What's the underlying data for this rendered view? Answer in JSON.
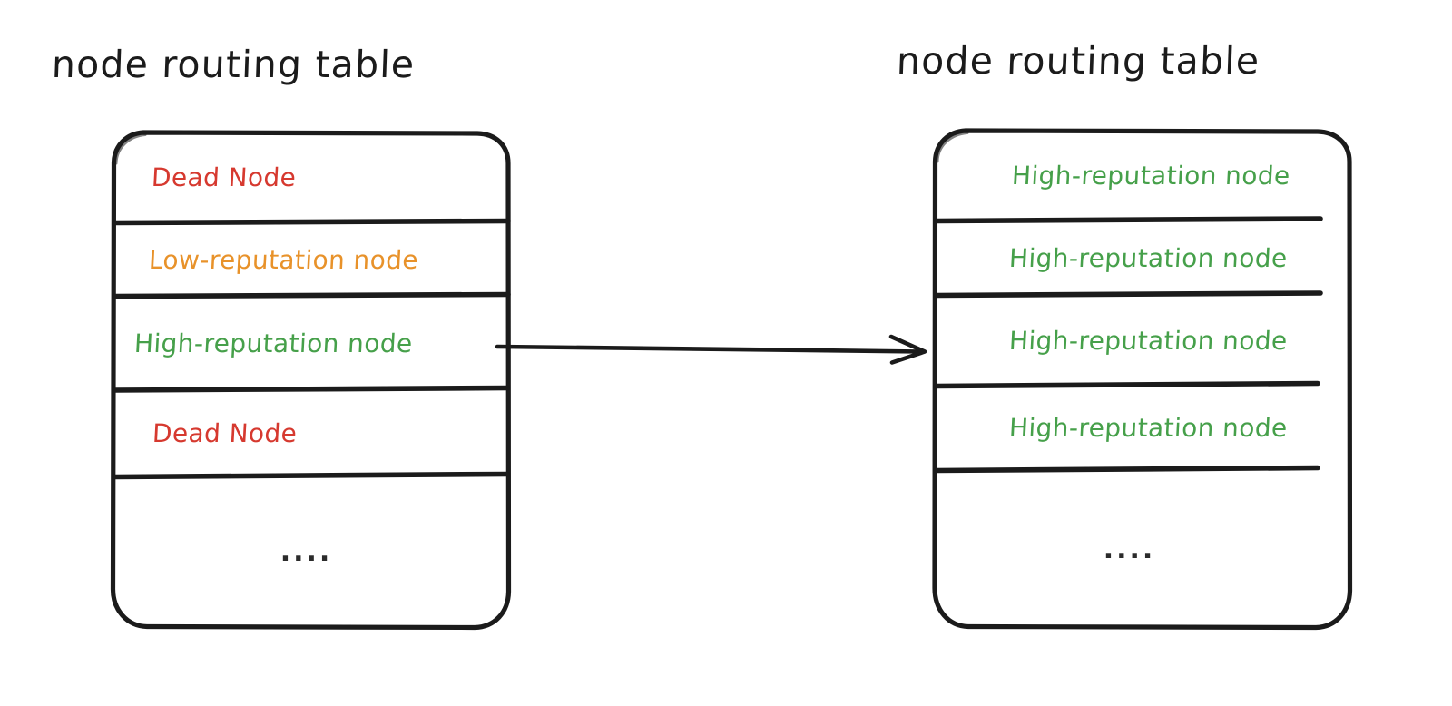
{
  "diagram": {
    "kind": "node-routing-table-comparison",
    "background_color": "#ffffff",
    "stroke_color": "#1b1b1b",
    "colors": {
      "dead": "#d6392f",
      "low": "#e8922a",
      "high": "#46a04a",
      "ink": "#1b1b1b"
    }
  },
  "left_table": {
    "title": "node routing table",
    "rows": [
      {
        "label": "Dead Node",
        "status": "dead"
      },
      {
        "label": "Low-reputation node",
        "status": "low"
      },
      {
        "label": "High-reputation node",
        "status": "high"
      },
      {
        "label": "Dead Node",
        "status": "dead"
      },
      {
        "label": "....",
        "status": "ellipsis"
      }
    ]
  },
  "right_table": {
    "title": "node routing table",
    "rows": [
      {
        "label": "High-reputation node",
        "status": "high"
      },
      {
        "label": "High-reputation node",
        "status": "high"
      },
      {
        "label": "High-reputation node",
        "status": "high"
      },
      {
        "label": "High-reputation node",
        "status": "high"
      },
      {
        "label": "....",
        "status": "ellipsis"
      }
    ]
  },
  "connector": {
    "kind": "arrow",
    "from": "left-table-high-reputation-row",
    "to": "right-table-third-row",
    "label": ""
  }
}
